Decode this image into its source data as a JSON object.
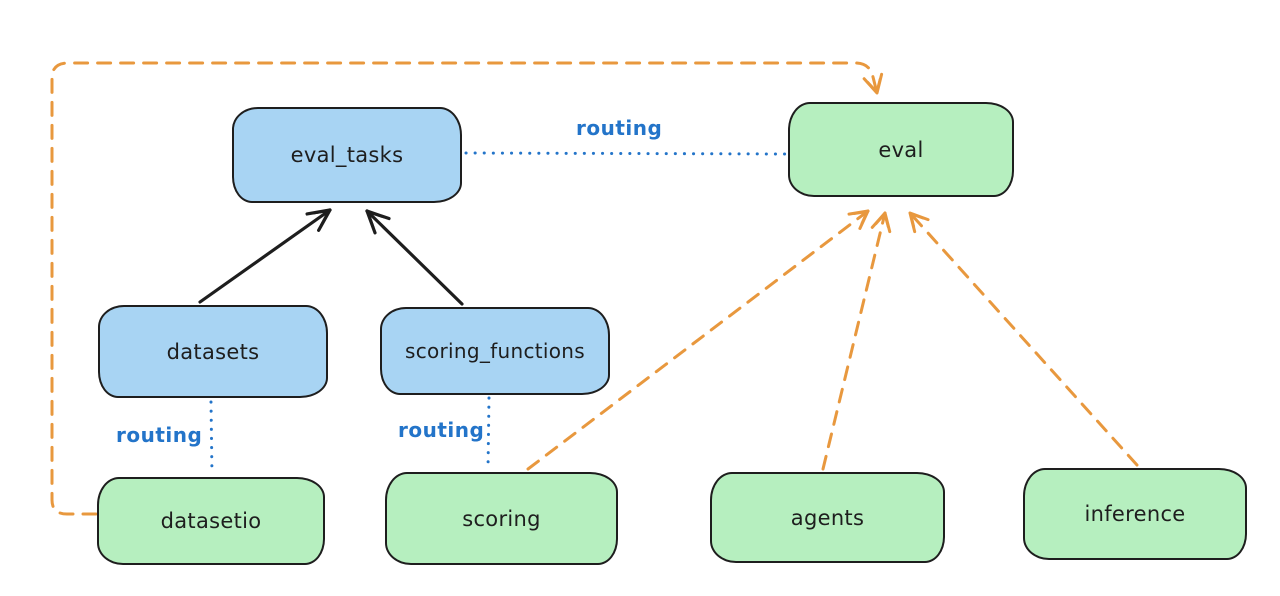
{
  "diagram": {
    "type": "architecture-routing-diagram",
    "colors": {
      "blue_node_fill": "#a8d4f3",
      "green_node_fill": "#b6efbf",
      "node_border": "#1e1e1e",
      "routing_line_blue": "#2374c9",
      "dependency_orange": "#e8983e",
      "background": "#ffffff"
    },
    "nodes": {
      "eval_tasks": {
        "label": "eval_tasks",
        "color": "blue"
      },
      "eval": {
        "label": "eval",
        "color": "green"
      },
      "datasets": {
        "label": "datasets",
        "color": "blue"
      },
      "scoring_functions": {
        "label": "scoring_functions",
        "color": "blue"
      },
      "datasetio": {
        "label": "datasetio",
        "color": "green"
      },
      "scoring": {
        "label": "scoring",
        "color": "green"
      },
      "agents": {
        "label": "agents",
        "color": "green"
      },
      "inference": {
        "label": "inference",
        "color": "green"
      }
    },
    "edge_labels": {
      "routing": "routing"
    },
    "edges": [
      {
        "from": "datasets",
        "to": "eval_tasks",
        "style": "solid",
        "color": "black",
        "arrow": true
      },
      {
        "from": "scoring_functions",
        "to": "eval_tasks",
        "style": "solid",
        "color": "black",
        "arrow": true
      },
      {
        "from": "eval_tasks",
        "to": "eval",
        "style": "dotted",
        "color": "blue",
        "label": "routing",
        "arrow": false
      },
      {
        "from": "datasets",
        "to": "datasetio",
        "style": "dotted",
        "color": "blue",
        "label": "routing",
        "arrow": false
      },
      {
        "from": "scoring_functions",
        "to": "scoring",
        "style": "dotted",
        "color": "blue",
        "label": "routing",
        "arrow": false
      },
      {
        "from": "datasetio",
        "to": "eval",
        "style": "dashed",
        "color": "orange",
        "arrow": true,
        "route": "around-left-and-top"
      },
      {
        "from": "scoring",
        "to": "eval",
        "style": "dashed",
        "color": "orange",
        "arrow": true
      },
      {
        "from": "agents",
        "to": "eval",
        "style": "dashed",
        "color": "orange",
        "arrow": true
      },
      {
        "from": "inference",
        "to": "eval",
        "style": "dashed",
        "color": "orange",
        "arrow": true
      }
    ]
  }
}
